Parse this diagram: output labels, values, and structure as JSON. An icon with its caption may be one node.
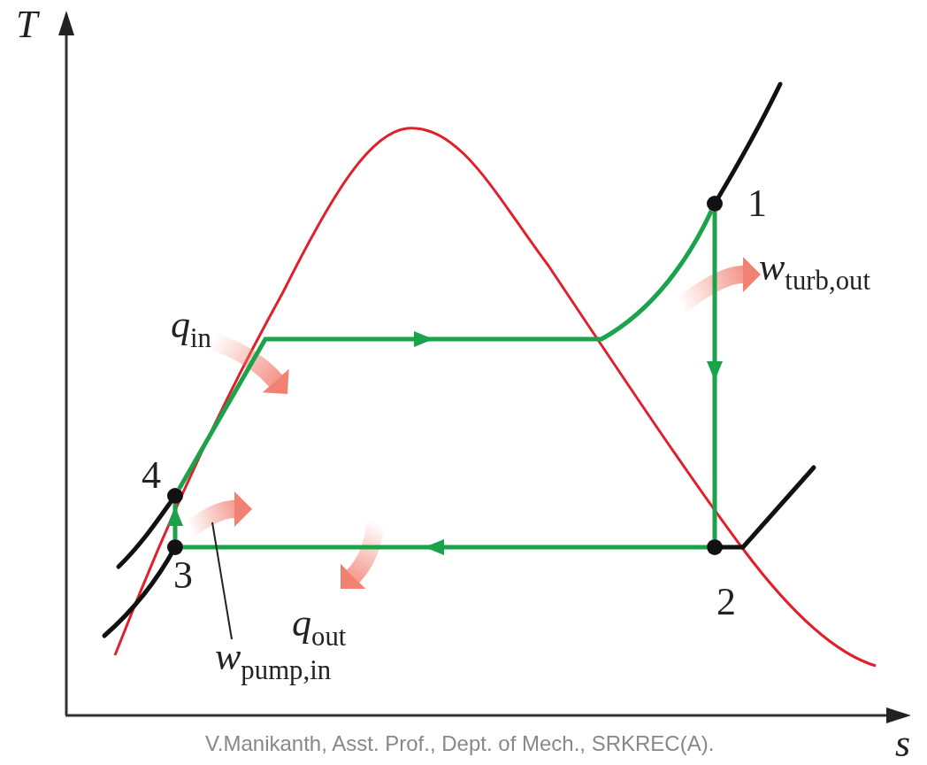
{
  "diagram": {
    "caption": "V.Manikanth, Asst. Prof., Dept. of Mech., SRKREC(A).",
    "nodes": [
      {
        "text": [],
        "shape": "circle",
        "beside": [
          "1"
        ]
      },
      {
        "text": [],
        "shape": "circle",
        "beside": [
          "2"
        ]
      },
      {
        "text": [],
        "shape": "circle",
        "beside": [
          "3"
        ]
      },
      {
        "text": [],
        "shape": "circle",
        "beside": [
          "4"
        ]
      },
      {
        "text": [
          "*w*$_{pump,in}$"
        ]
      }
    ],
    "edges": [
      {
        "from": 0,
        "to": 1,
        "arrow": "to"
      },
      {
        "from": 1,
        "to": 2,
        "arrow": "to"
      },
      {
        "from": 2,
        "to": 3,
        "arrow": "to"
      },
      {
        "from": 3,
        "to": 0,
        "arrow": "to"
      },
      {
        "from": 4,
        "to": null,
        "arrow": "none",
        "color": "#222222"
      }
    ],
    "labels": [
      "T",
      "*q*$_{in}$",
      "*w*$_{turb,out}$",
      "*q*$_{out}$",
      "s"
    ]
  }
}
